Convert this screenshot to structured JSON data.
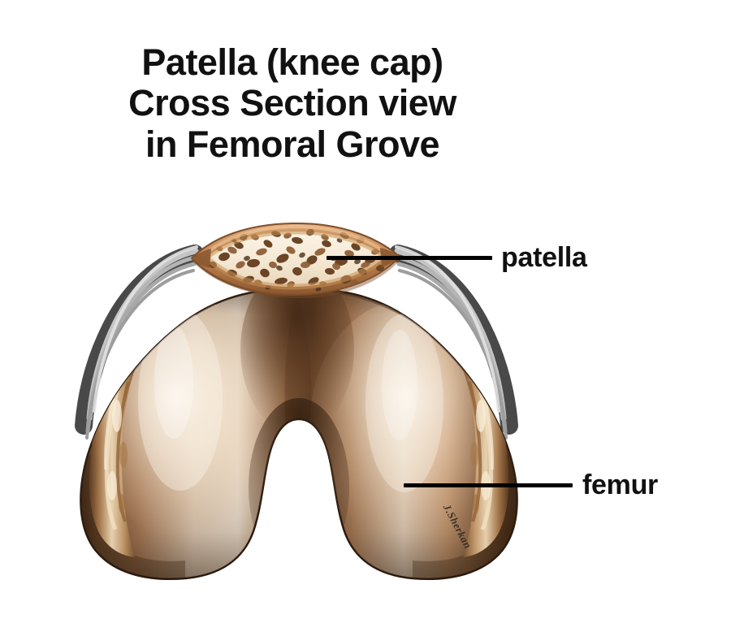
{
  "title": {
    "line1": "Patella (knee cap)",
    "line2": "Cross Section view",
    "line3": "in Femoral Grove"
  },
  "labels": {
    "patella": "patella",
    "femur": "femur"
  },
  "signature": {
    "text": "J.Sherkan"
  },
  "colors": {
    "background": "#ffffff",
    "text": "#111111",
    "leader_line": "#000000",
    "patella_cortex_light": "#d9a173",
    "patella_cortex_dark": "#a9703f",
    "patella_marrow": "#f6ecdb",
    "trabecula_dark": "#6b4526",
    "trabecula_mid": "#8c5c34",
    "femur_highlight": "#f3e6d6",
    "femur_mid": "#b98a63",
    "femur_shadow": "#4a2f1d",
    "femur_edge": "#2e1c11",
    "retinaculum_light": "#c9c9c9",
    "retinaculum_dark": "#4f4f4f",
    "cut_surface_light": "#e8cfae",
    "cut_surface_dark": "#7d5432"
  },
  "figure": {
    "type": "anatomical-illustration",
    "subject": "Axial cross-section of the patella seated in the femoral trochlear groove",
    "parts": [
      {
        "name": "patella",
        "description": "Lens / almond shaped bone cross-section above the femur, tan cortical rim with cream cancellous interior speckled with dark brown trabeculae"
      },
      {
        "name": "femur",
        "description": "Distal femur with two rounded condyles, a central trochlear groove and a deep U-shaped intercondylar notch below"
      },
      {
        "name": "retinaculum",
        "description": "Grey striated fibrous bands arching from each side of the patella around the femoral condyles"
      },
      {
        "name": "cut-surface",
        "description": "Lighter tan textured strips along the outer edge of each condyle representing cut bone"
      }
    ]
  }
}
